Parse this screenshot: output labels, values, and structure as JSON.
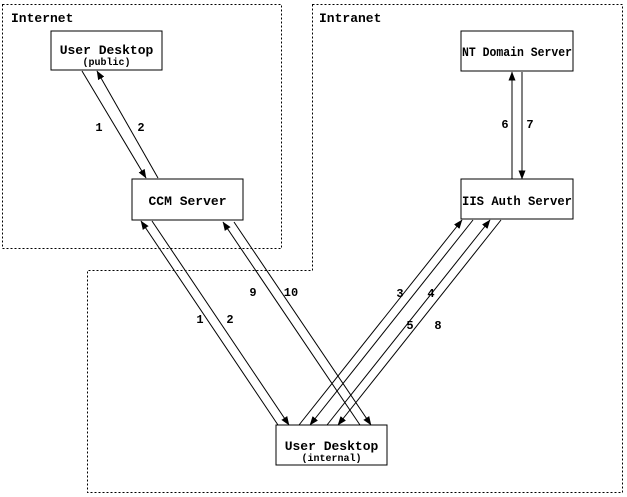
{
  "page": {
    "background_color": "#ffffff",
    "ink_color": "#000000"
  },
  "regions": {
    "internet": {
      "label": "Internet"
    },
    "intranet": {
      "label": "Intranet"
    }
  },
  "nodes": {
    "user_desktop_public": {
      "title": "User Desktop",
      "subtitle": "(public)"
    },
    "ccm_server": {
      "title": "CCM Server"
    },
    "nt_domain_server": {
      "title": "NT Domain Server"
    },
    "iis_auth_server": {
      "title": "IIS Auth Server"
    },
    "user_desktop_internal": {
      "title": "User Desktop",
      "subtitle": "(internal)"
    }
  },
  "flow_steps": {
    "public_1": "1",
    "public_2": "2",
    "internal_1": "1",
    "internal_2": "2",
    "step_3": "3",
    "step_4": "4",
    "step_5": "5",
    "step_6": "6",
    "step_7": "7",
    "step_8": "8",
    "step_9": "9",
    "step_10": "10"
  }
}
